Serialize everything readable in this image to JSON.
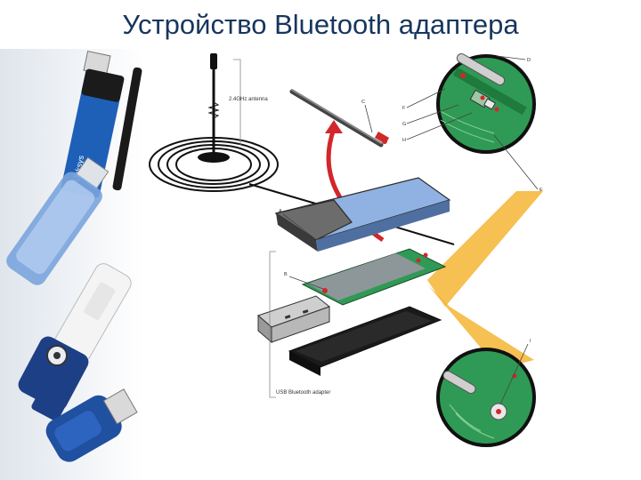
{
  "title": "Устройство Bluetooth адаптера",
  "brand_text": "Linksys",
  "diagram": {
    "antenna_label": "2.4GHz antenna",
    "usb_label": "USB Bluetooth adapter",
    "callouts": {
      "a": "A",
      "b": "B",
      "c": "C",
      "d": "D",
      "e": "E",
      "f": "F",
      "g": "G",
      "h": "H",
      "i": "I"
    }
  },
  "colors": {
    "title": "#17365d",
    "blue_shell": "#8fb2e2",
    "green_pcb": "#2f9a55",
    "highlight": "#f4b534",
    "arrow_red": "#d3262b"
  }
}
